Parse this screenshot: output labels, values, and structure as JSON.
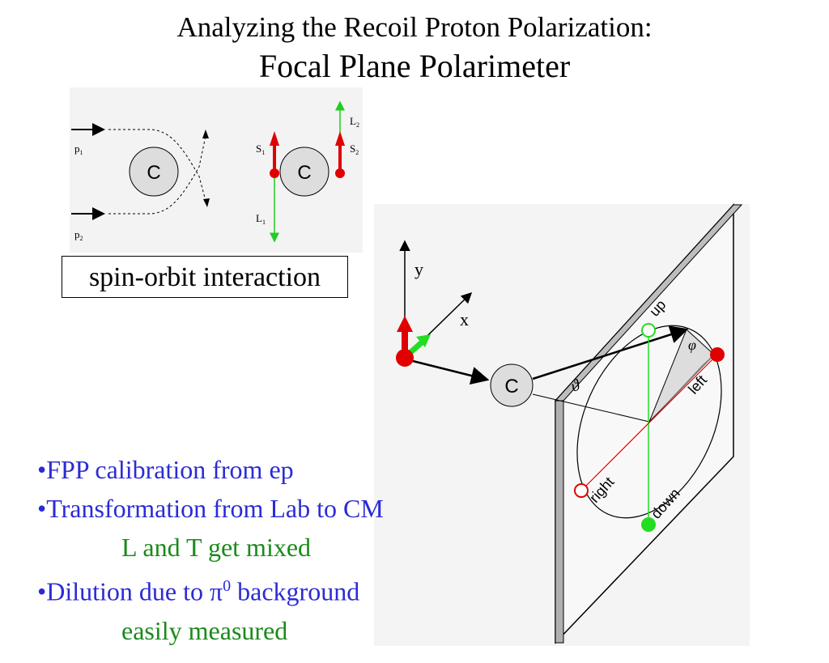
{
  "title": {
    "line1": "Analyzing the Recoil Proton Polarization:",
    "line2": "Focal Plane Polarimeter"
  },
  "spin_orbit": {
    "caption": "spin-orbit interaction",
    "nucleus_label": "C",
    "p1": "p",
    "p2": "p",
    "p1_sub": "1",
    "p2_sub": "2",
    "s1": "S",
    "s2": "S",
    "l1": "L",
    "l2": "L",
    "s1_sub": "1",
    "s2_sub": "2",
    "l1_sub": "1",
    "l2_sub": "2"
  },
  "fpp": {
    "y_axis": "y",
    "x_axis": "x",
    "nucleus_label": "C",
    "theta": "ϑ",
    "phi": "φ",
    "up": "up",
    "down": "down",
    "left": "left",
    "right": "right"
  },
  "bullets": [
    {
      "text": "•FPP calibration from ep",
      "color": "#2b2bd6"
    },
    {
      "text": "•Transformation from Lab to CM",
      "color": "#2b2bd6"
    },
    {
      "text": "L and T get mixed",
      "color": "#1a8a1a"
    },
    {
      "pre": "•Dilution due to π",
      "sup": "0",
      "post": " background",
      "color": "#2b2bd6"
    },
    {
      "text": "easily measured",
      "color": "#1a8a1a"
    }
  ],
  "colors": {
    "red": "#e00000",
    "green": "#22cc22",
    "blue_text": "#2b2bd6",
    "green_text": "#1a8a1a",
    "nucleus_fill": "#dddddd"
  }
}
